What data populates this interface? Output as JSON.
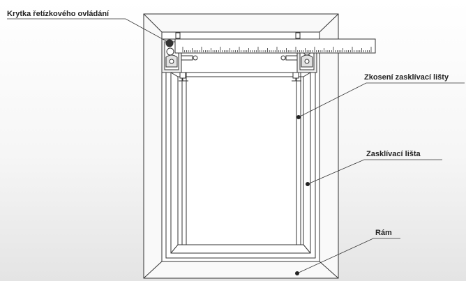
{
  "labels": {
    "chain_cover": "Krytka řetízkového ovládání",
    "bead_chamfer": "Zkosení zasklívací lišty",
    "glazing_bead": "Zasklívací lišta",
    "frame": "Rám"
  },
  "colors": {
    "line": "#333333",
    "frame_fill": "#f7f7f7",
    "sash_fill": "#ffffff",
    "ruler_fill": "#ffffff",
    "bracket_fill": "#ededed",
    "text": "#222222"
  },
  "icons": {
    "left_bracket": "mounting-bracket-icon",
    "right_bracket": "mounting-bracket-icon",
    "callout_dot": "filled-circle-icon"
  }
}
